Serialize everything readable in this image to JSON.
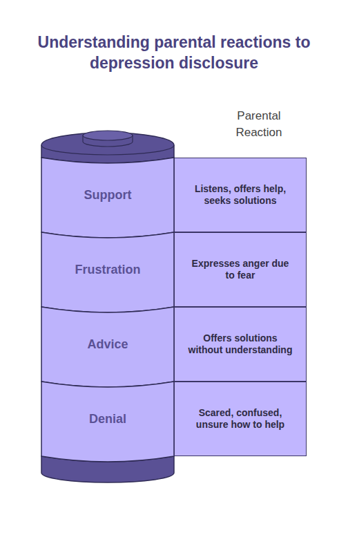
{
  "diagram": {
    "title": "Understanding parental reactions to depression disclosure",
    "nodes": [
      {
        "text": [
          "Support"
        ]
      },
      {
        "text": [
          "Listens, offers help, seeks solutions"
        ]
      },
      {
        "text": [
          "Frustration"
        ]
      },
      {
        "text": [
          "Expresses anger due to fear"
        ]
      },
      {
        "text": [
          "Advice"
        ]
      },
      {
        "text": [
          "Offers solutions without understanding"
        ]
      },
      {
        "text": [
          "Denial"
        ]
      },
      {
        "text": [
          "Scared, confused, unsure how to help"
        ]
      }
    ],
    "labels": [
      "Parental Reaction"
    ]
  }
}
